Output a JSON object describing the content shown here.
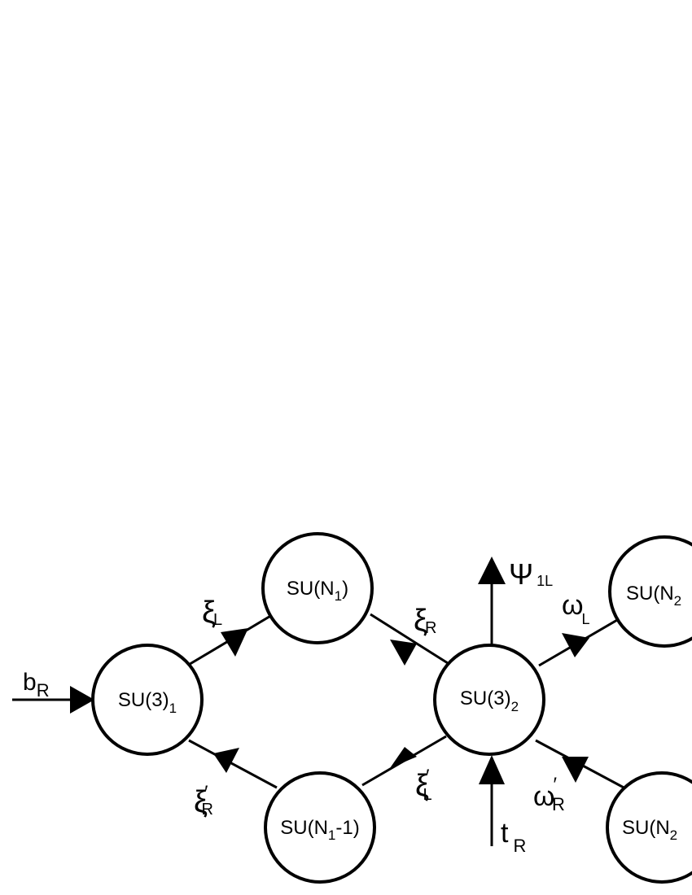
{
  "diagram": {
    "nodes": {
      "su3_1": {
        "main": "SU(3)",
        "sub": "1"
      },
      "sun1": {
        "pre": "SU(N",
        "sub": "1",
        "post": ")"
      },
      "sun1m1": {
        "pre": "SU(N",
        "sub": "1",
        "post": "-1)"
      },
      "su3_2": {
        "main": "SU(3)",
        "sub": "2"
      },
      "sun2_top": {
        "pre": "SU(N",
        "sub": "2"
      },
      "sun2_bot": {
        "pre": "SU(N",
        "sub": "2"
      }
    },
    "fields": {
      "b_r": {
        "main": "b",
        "sub": "R"
      },
      "xi_l": {
        "main": "ξ",
        "sub": "L"
      },
      "xi_r": {
        "main": "ξ",
        "sub": "R"
      },
      "xi_prime_r": {
        "main": "ξ",
        "prime": "′",
        "sub": "R"
      },
      "xi_prime_l": {
        "main": "ξ",
        "prime": "′",
        "sub": "L"
      },
      "psi_1l": {
        "main": "Ψ",
        "sub": "1L"
      },
      "omega_l": {
        "main": "ω",
        "sub": "L"
      },
      "omega_prime_r": {
        "main": "ω",
        "prime": "′",
        "sub": "R"
      },
      "t_r": {
        "main": "t",
        "sub": "R"
      }
    }
  }
}
